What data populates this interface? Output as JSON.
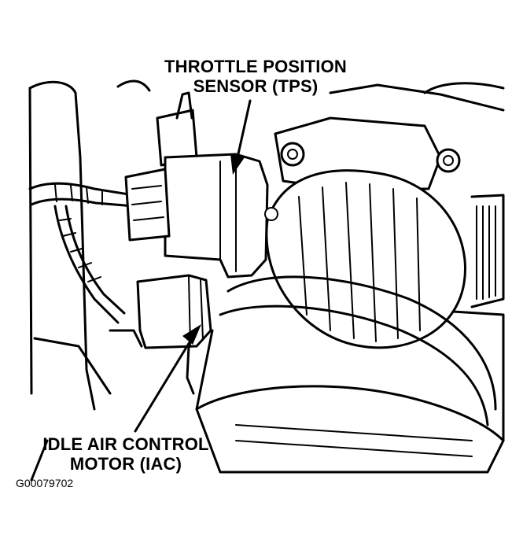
{
  "callouts": {
    "tps": {
      "line1": "THROTTLE POSITION",
      "line2": "SENSOR (TPS)"
    },
    "iac": {
      "line1": "IDLE AIR CONTROL",
      "line2": "MOTOR (IAC)"
    }
  },
  "figure_id": "G00079702"
}
